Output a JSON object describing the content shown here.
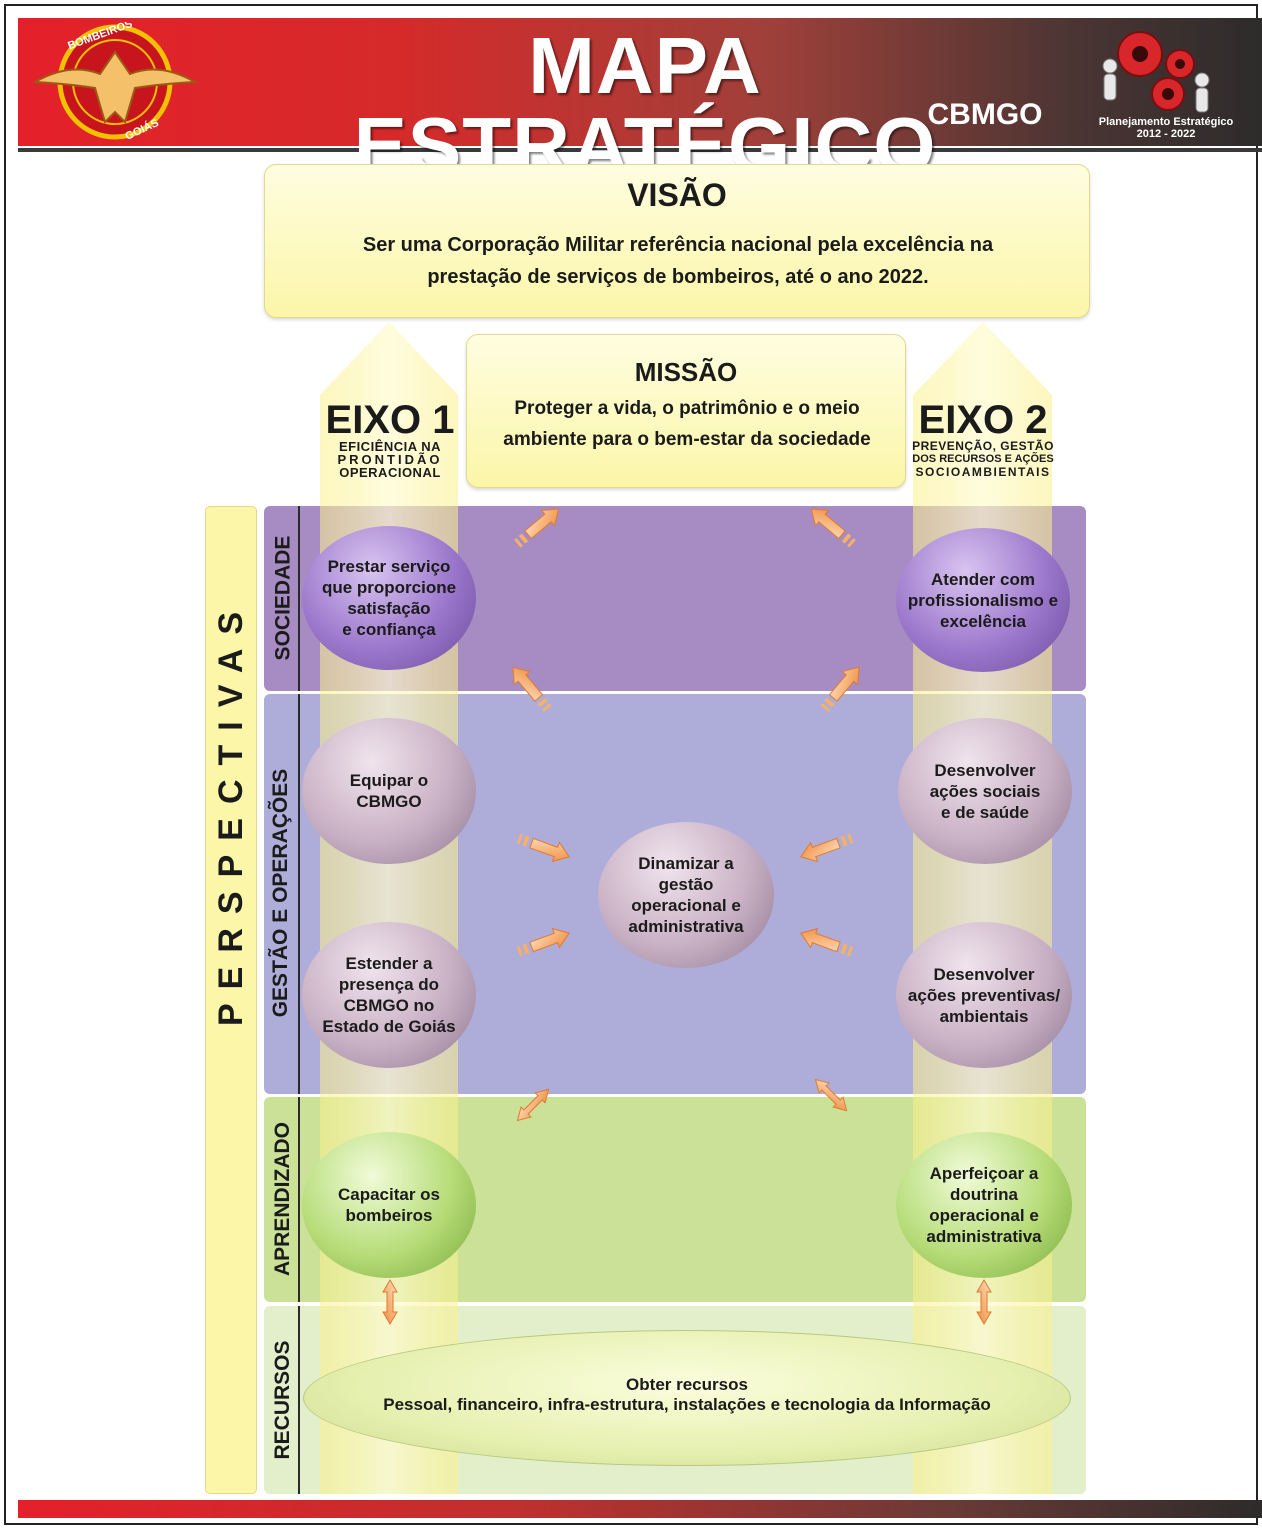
{
  "header": {
    "title": "MAPA ESTRATÉGICO",
    "subtitle": "CBMGO",
    "logo_text": "BOMBEIROS GOIÁS",
    "plan_label_line1": "Planejamento Estratégico",
    "plan_label_line2": "2012 - 2022"
  },
  "visao": {
    "title": "VISÃO",
    "text": "Ser uma Corporação Militar referência nacional pela excelência na prestação de serviços de bombeiros, até o ano 2022."
  },
  "missao": {
    "title": "MISSÃO",
    "text": "Proteger a vida, o patrimônio e o meio ambiente para o bem-estar da sociedade"
  },
  "eixo1": {
    "title": "EIXO 1",
    "sub_lines": [
      "EFICIÊNCIA NA",
      "PRONTIDÃO",
      "OPERACIONAL"
    ]
  },
  "eixo2": {
    "title": "EIXO 2",
    "sub_lines": [
      "PREVENÇÃO, GESTÃO",
      "DOS RECURSOS E AÇÕES",
      "SOCIOAMBIENTAIS"
    ]
  },
  "perspectivas": {
    "label": "PERSPECTIVAS",
    "bands": [
      "SOCIEDADE",
      "GESTÃO E OPERAÇÕES",
      "APRENDIZADO",
      "RECURSOS"
    ]
  },
  "objectives": {
    "prestar": [
      "Prestar serviço",
      "que proporcione",
      "satisfação",
      "e confiança"
    ],
    "atender": [
      "Atender com",
      "profissionalismo e",
      "excelência"
    ],
    "equipar": [
      "Equipar o",
      "CBMGO"
    ],
    "estender": [
      "Estender a",
      "presença do",
      "CBMGO no",
      "Estado de Goiás"
    ],
    "dinamizar": [
      "Dinamizar a",
      "gestão",
      "operacional e",
      "administrativa"
    ],
    "desenvolver_sociais": [
      "Desenvolver",
      "ações sociais",
      "e de saúde"
    ],
    "desenvolver_preventivas": [
      "Desenvolver",
      "ações preventivas/",
      "ambientais"
    ],
    "capacitar": [
      "Capacitar os",
      "bombeiros"
    ],
    "aperfeicoar": [
      "Aperfeiçoar a",
      "doutrina",
      "operacional e",
      "administrativa"
    ]
  },
  "recursos": {
    "title": "Obter recursos",
    "text": "Pessoal, financeiro, infra-estrutura, instalações e  tecnologia da Informação"
  },
  "colors": {
    "header_red": "#e5202a",
    "arrow_orange": "#f3a05a",
    "axis_yellow": "#fbf3a0"
  }
}
